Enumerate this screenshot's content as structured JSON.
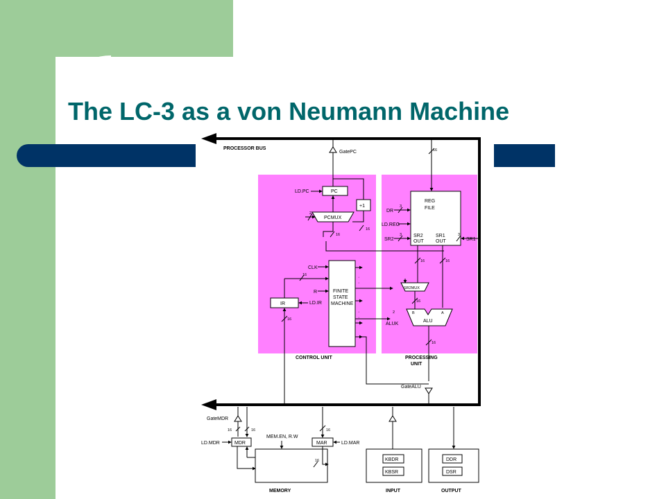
{
  "slide": {
    "title": "The LC-3 as a von Neumann Machine",
    "colors": {
      "title": "#00666a",
      "accent_bar": "#003366",
      "side_panel": "#9dcc99",
      "unit_fill": "#ff80ff"
    }
  },
  "diagram": {
    "processor_bus": "PROCESSOR BUS",
    "gatepc": "GatePC",
    "ld_pc": "LD.PC",
    "pc": "PC",
    "plus1": "+1",
    "pcmux": "PCMUX",
    "w2": "2",
    "w3": "3",
    "w16": "16",
    "dr": "DR",
    "ld_reg": "LD.REG",
    "sr2": "SR2",
    "sr1": "SR1",
    "reg": "REG",
    "file": "FILE",
    "out": "OUT",
    "clk": "CLK",
    "r": "R",
    "ir": "IR",
    "ld_ir": "LD.IR",
    "finite": "FINITE",
    "state": "STATE",
    "machine": "MACHINE",
    "sr2mux": "SR2MUX",
    "alu": "ALU",
    "aluk": "ALUK",
    "b": "B",
    "a": "A",
    "control_unit": "CONTROL UNIT",
    "processing": "PROCESSING",
    "unit": "UNIT",
    "gatealu": "GateALU",
    "gatemdr": "GateMDR",
    "ld_mdr": "LD.MDR",
    "mdr": "MDR",
    "mem_en": "MEM.EN, R.W",
    "mar": "MAR",
    "ld_mar": "LD.MAR",
    "memory": "MEMORY",
    "kbdr": "KBDR",
    "kbsr": "KBSR",
    "input": "INPUT",
    "ddr": "DDR",
    "dsr": "DSR",
    "output": "OUTPUT"
  }
}
